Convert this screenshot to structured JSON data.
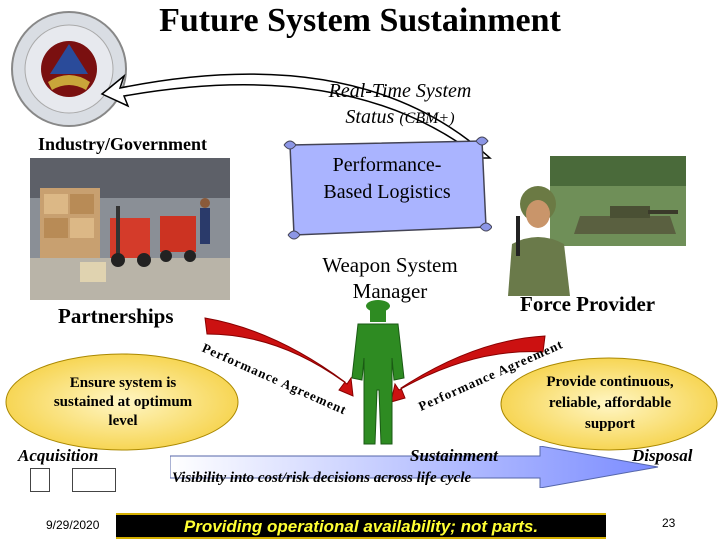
{
  "title": "Future System Sustainment",
  "real_time": {
    "line1": "Real-Time System",
    "line2": "Status",
    "abbr": "(CBM+)"
  },
  "industry_label": "Industry/Government",
  "pbl": {
    "line1": "Performance-",
    "line2": "Based Logistics"
  },
  "weapon_manager": {
    "line1": "Weapon System",
    "line2": "Manager"
  },
  "force_provider": "Force Provider",
  "partnerships": "Partnerships",
  "agreement_left": "Performance Agreement",
  "agreement_right": "Performance Agreement",
  "ensure": {
    "line1": "Ensure system is",
    "line2": "sustained at optimum",
    "line3": "level"
  },
  "provide": {
    "line1": "Provide continuous,",
    "line2": "reliable, affordable",
    "line3": "support"
  },
  "lifecycle": {
    "acquisition": "Acquisition",
    "sustainment": "Sustainment",
    "disposal": "Disposal"
  },
  "visibility": "Visibility into cost/risk decisions across life cycle",
  "date": "9/29/2020",
  "footer": "Providing operational availability; not parts.",
  "page_number": "23",
  "colors": {
    "footer_bg": "#000000",
    "footer_text": "#ffff33",
    "ellipse_fill": "#ffe88a",
    "arrow": "#cc1111",
    "manager": "#2e8b22",
    "scroll": "#aab4ff"
  }
}
